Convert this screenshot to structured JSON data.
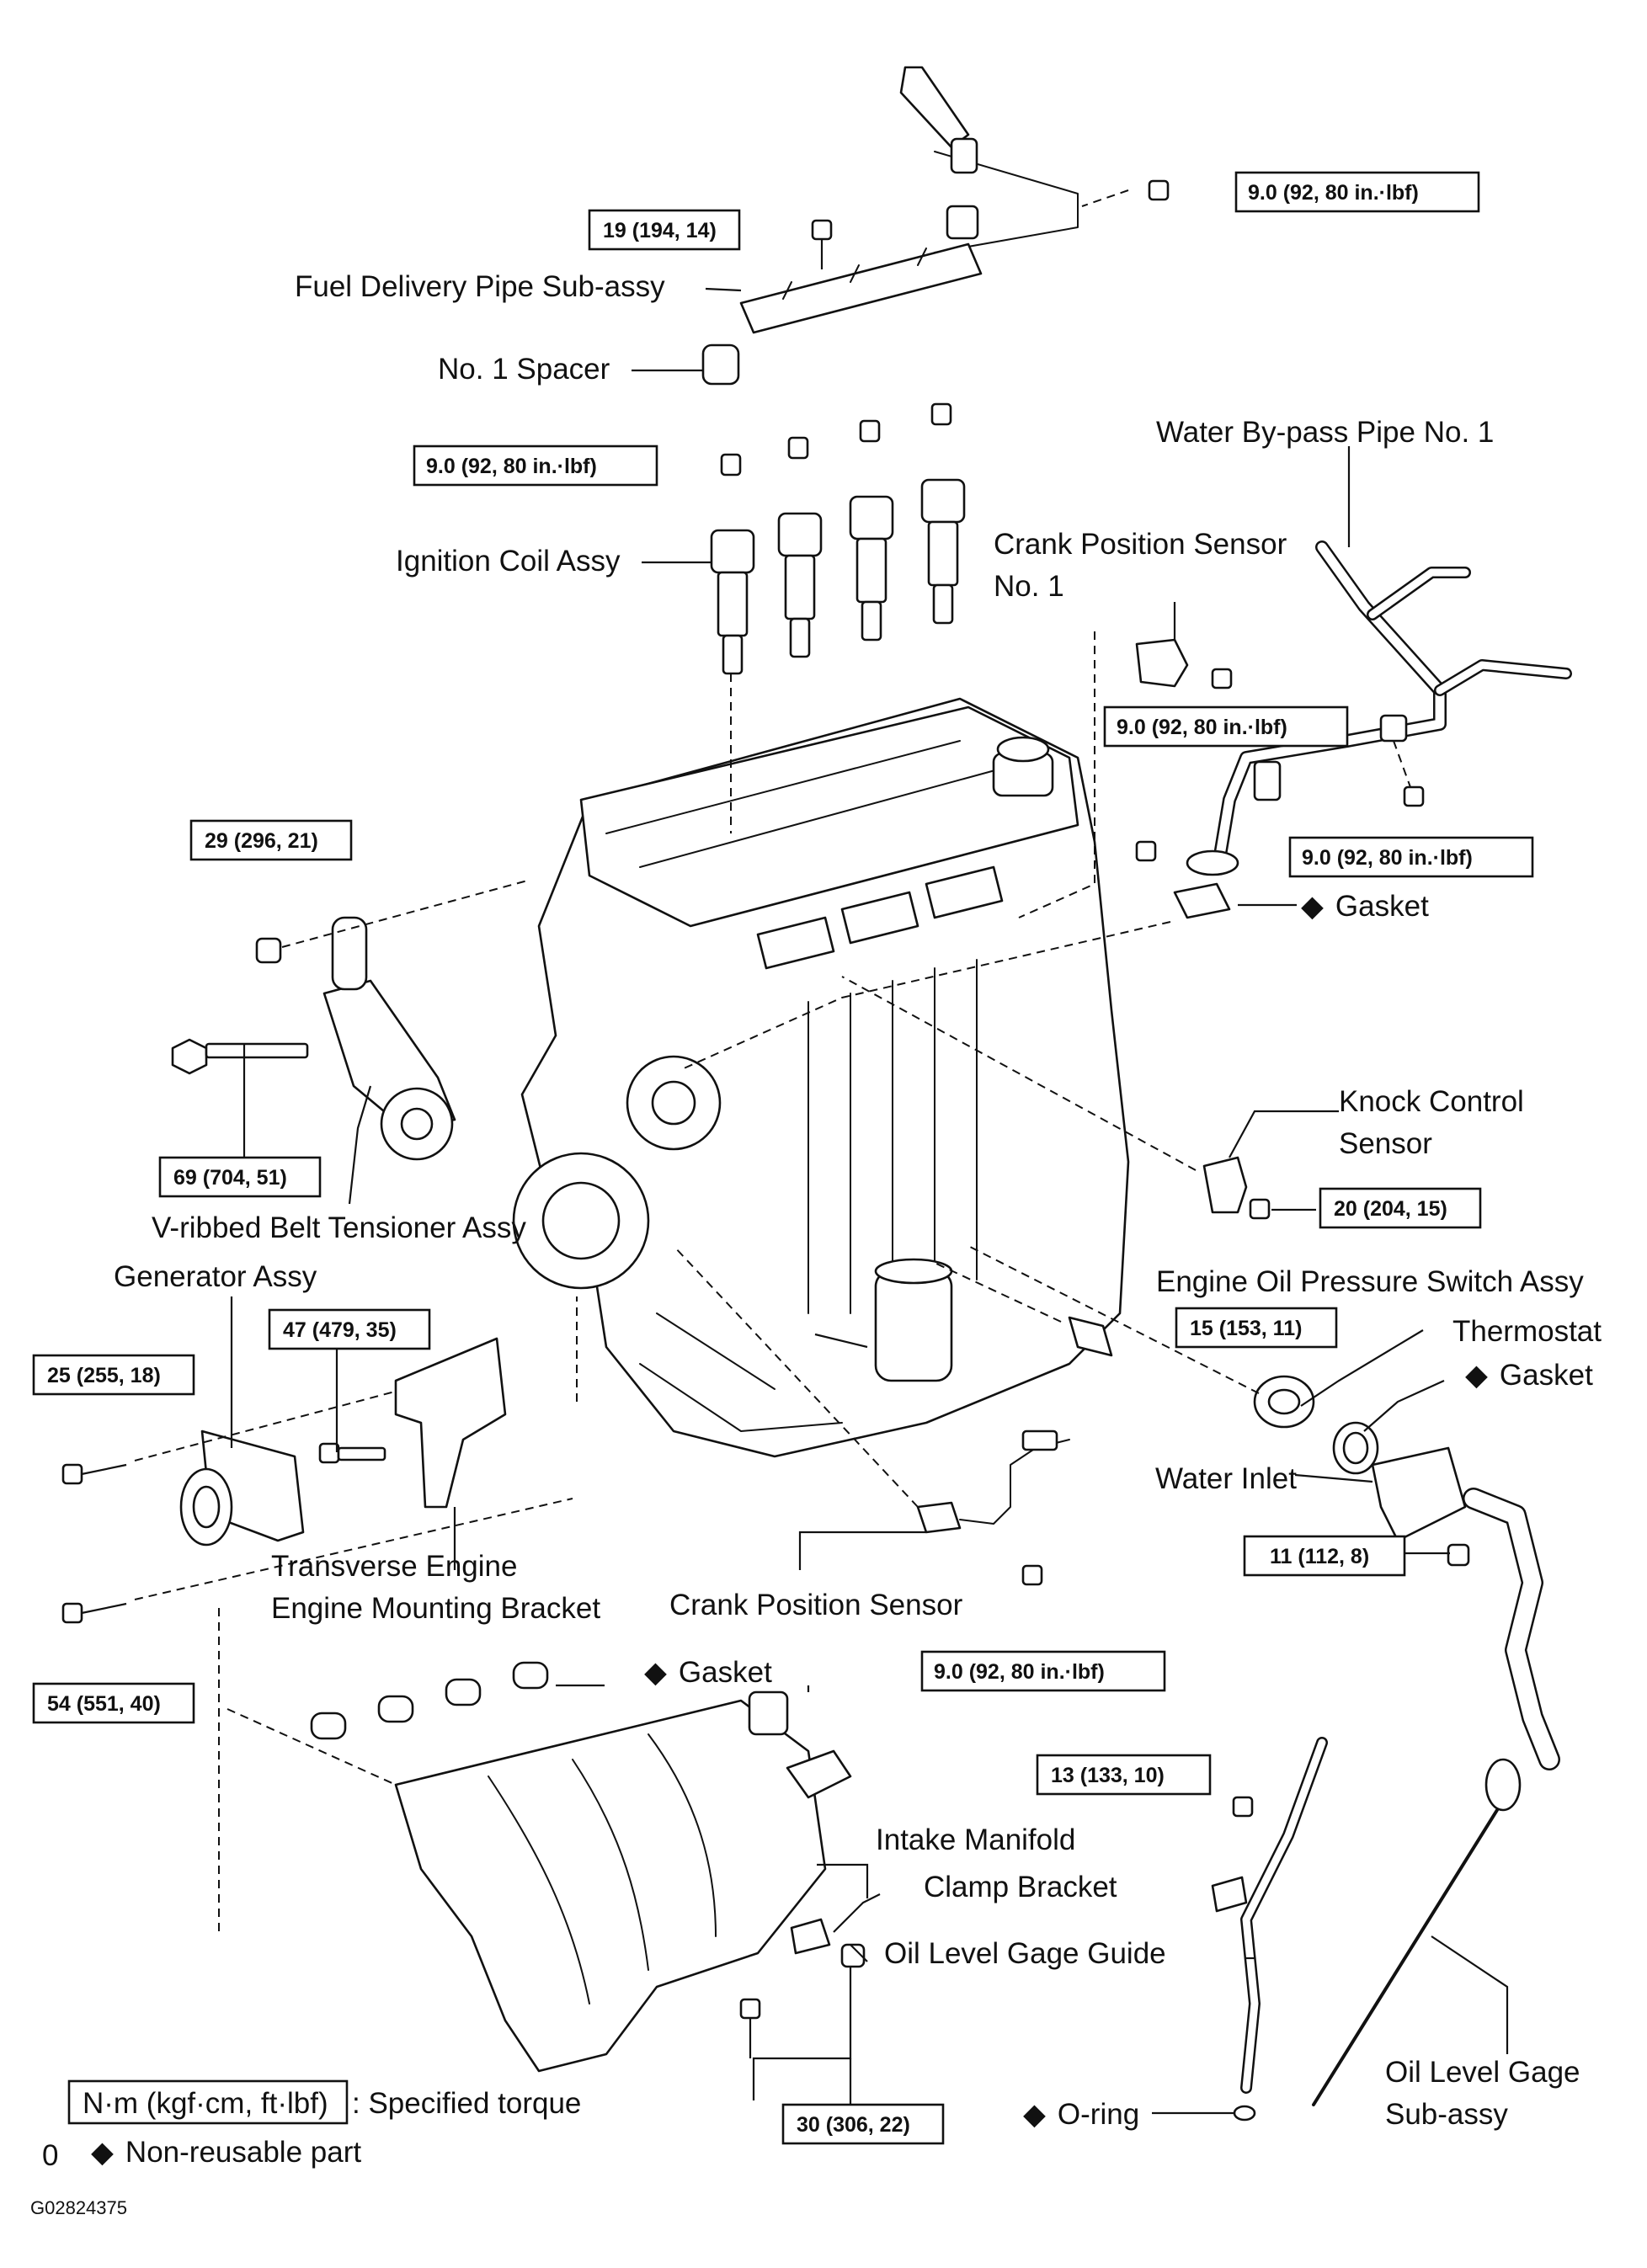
{
  "labels": {
    "fuel_delivery_pipe": "Fuel Delivery Pipe Sub-assy",
    "no1_spacer": "No. 1 Spacer",
    "water_bypass_pipe": "Water By-pass Pipe No. 1",
    "ignition_coil": "Ignition Coil Assy",
    "crank_sensor_no1_line1": "Crank Position Sensor",
    "crank_sensor_no1_line2": "No. 1",
    "gasket_top": "Gasket",
    "knock_sensor_line1": "Knock Control",
    "knock_sensor_line2": "Sensor",
    "v_belt_tensioner": "V-ribbed Belt Tensioner Assy",
    "generator": "Generator Assy",
    "oil_pressure_switch": "Engine Oil Pressure Switch Assy",
    "thermostat": "Thermostat",
    "gasket_thermostat": "Gasket",
    "water_inlet": "Water Inlet",
    "mount_bracket_line1": "Transverse Engine",
    "mount_bracket_line2": "Engine Mounting Bracket",
    "crank_sensor": "Crank Position Sensor",
    "gasket_intake": "Gasket",
    "intake_manifold": "Intake Manifold",
    "clamp_bracket": "Clamp Bracket",
    "oil_gage_guide": "Oil Level Gage Guide",
    "oil_gage_line1": "Oil Level Gage",
    "oil_gage_line2": "Sub-assy",
    "o_ring": "O-ring"
  },
  "torques": {
    "t_fuel_pipe_right": "9.0 (92, 80 in.·lbf)",
    "t_fuel_pipe_left": "19 (194, 14)",
    "t_ignition_coil": "9.0 (92, 80 in.·lbf)",
    "t_crank_sensor_no1": "9.0 (92, 80 in.·lbf)",
    "t_water_bypass": "9.0 (92, 80 in.·lbf)",
    "t_tensioner_nut": "29 (296, 21)",
    "t_tensioner_bolt": "69 (704, 51)",
    "t_knock_sensor": "20 (204, 15)",
    "t_oil_pressure_switch": "15 (153, 11)",
    "t_bracket_bolt": "47 (479, 35)",
    "t_generator_upper": "25 (255, 18)",
    "t_generator_lower": "54 (551, 40)",
    "t_water_inlet": "11 (112, 8)",
    "t_crank_sensor": "9.0 (92, 80 in.·lbf)",
    "t_oil_gage_guide": "13 (133, 10)",
    "t_intake_manifold": "30 (306, 22)"
  },
  "legend": {
    "torque_unit": "N·m (kgf·cm, ft·lbf)",
    "torque_desc": ": Specified torque",
    "non_reusable": "Non-reusable part",
    "corner_mark": "0",
    "figure_id": "G02824375"
  },
  "symbols": {
    "non_reusable_symbol": "◆"
  }
}
